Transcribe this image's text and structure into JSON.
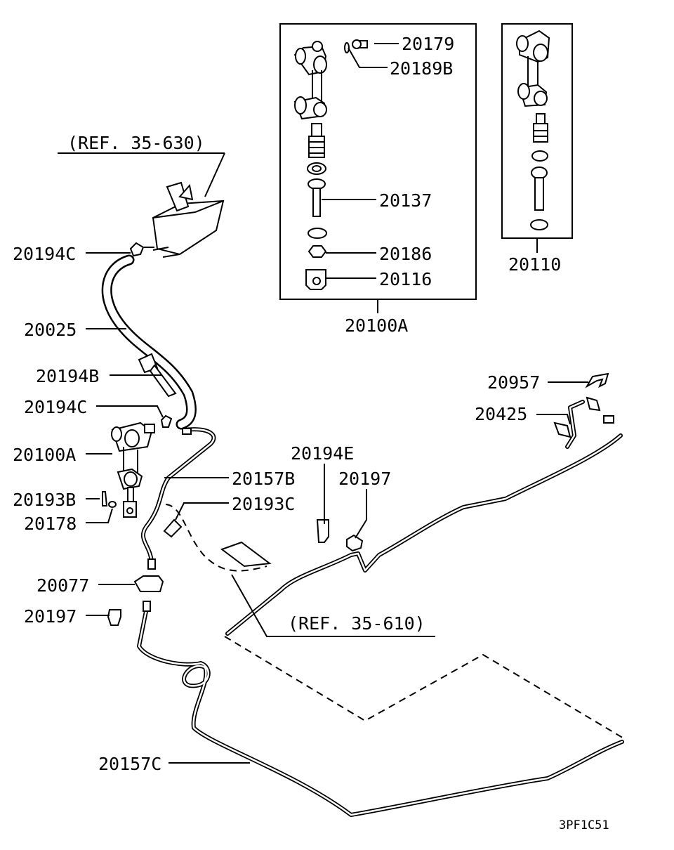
{
  "labels": {
    "ref_35_630": "(REF. 35-630)",
    "ref_35_610": "(REF. 35-610)",
    "p20179": "20179",
    "p20189B": "20189B",
    "p20137": "20137",
    "p20186": "20186",
    "p20116": "20116",
    "p20100A_box": "20100A",
    "p20110": "20110",
    "p20194C_top": "20194C",
    "p20025": "20025",
    "p20194B": "20194B",
    "p20194C_mid": "20194C",
    "p20100A": "20100A",
    "p20193B": "20193B",
    "p20178": "20178",
    "p20157B": "20157B",
    "p20193C": "20193C",
    "p20077": "20077",
    "p20197_left": "20197",
    "p20194E": "20194E",
    "p20197_mid": "20197",
    "p20957": "20957",
    "p20425": "20425",
    "p20157C": "20157C"
  },
  "figure_code": "3PF1C51"
}
